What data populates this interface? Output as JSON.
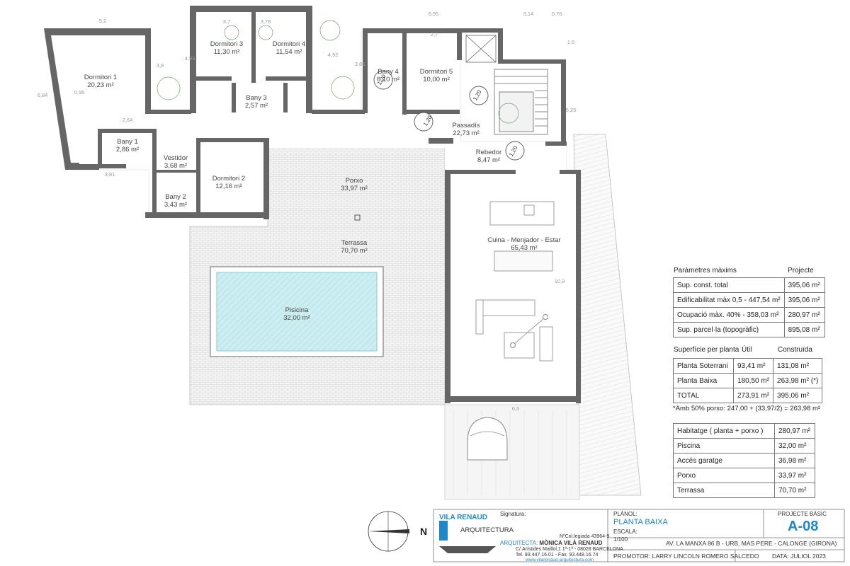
{
  "rooms": [
    {
      "id": "dormitori1",
      "name": "Dormitori 1",
      "area": "20,23 m²"
    },
    {
      "id": "dormitori3",
      "name": "Dormitori 3",
      "area": "11,30 m²"
    },
    {
      "id": "dormitori4",
      "name": "Dormitori 4",
      "area": "11,54 m²"
    },
    {
      "id": "bany4",
      "name": "Bany 4",
      "area": "6,10 m²"
    },
    {
      "id": "dormitori5",
      "name": "Dormitori 5",
      "area": "10,00 m²"
    },
    {
      "id": "bany3",
      "name": "Bany 3",
      "area": "2,57 m²"
    },
    {
      "id": "passadis",
      "name": "Passadís",
      "area": "22,73 m²"
    },
    {
      "id": "bany1",
      "name": "Bany 1",
      "area": "2,86 m²"
    },
    {
      "id": "vestidor",
      "name": "Vestidor",
      "area": "3,68 m²"
    },
    {
      "id": "dormitori2",
      "name": "Dormitori 2",
      "area": "12,16 m²"
    },
    {
      "id": "rebedor",
      "name": "Rebedor",
      "area": "8,47 m²"
    },
    {
      "id": "bany2",
      "name": "Bany 2",
      "area": "3,43 m²"
    },
    {
      "id": "porxo",
      "name": "Porxo",
      "area": "33,97 m²"
    },
    {
      "id": "terrassa",
      "name": "Terrassa",
      "area": "70,70 m²"
    },
    {
      "id": "cuina",
      "name": "Cuina - Menjador - Estar",
      "area": "65,43 m²"
    },
    {
      "id": "piscina",
      "name": "Pisicina",
      "area": "32,00 m²"
    }
  ],
  "dimensions": [
    "5,2",
    "3,7",
    "3,78",
    "6,95",
    "3,14",
    "0,76",
    "1,6",
    "2,7",
    "3,8",
    "4,93",
    "4,92",
    "3,85",
    "6,84",
    "0,95",
    "2,64",
    "3,81",
    "5,25",
    "10,9",
    "6,5",
    "1,20",
    "1,20",
    "1,20",
    "1,20"
  ],
  "params": {
    "header_left": "Paràmetres màxims",
    "header_right": "Projecte",
    "rows": [
      {
        "label": "Sup. const. total",
        "value": "395,06 m²"
      },
      {
        "label": "Edificabilitat màx 0,5 - 447,54 m²",
        "value": "395,06 m²"
      },
      {
        "label": "Ocupació màx. 40% - 358,03 m²",
        "value": "280,97 m²"
      },
      {
        "label": "Sup. parcel·la (topogràfic)",
        "value": "895,08 m²"
      }
    ]
  },
  "surface": {
    "header_label": "Superfície per planta",
    "header_util": "Útil",
    "header_const": "Construïda",
    "rows": [
      {
        "label": "Planta Soterrani",
        "util": "93,41 m²",
        "const": "131,08 m²"
      },
      {
        "label": "Planta Baixa",
        "util": "180,50 m²",
        "const": "263,98 m² (*)"
      },
      {
        "label": "TOTAL",
        "util": "273,91 m²",
        "const": "395,06 m²"
      }
    ],
    "note": "*Amb 50% porxo: 247,00 + (33,97/2) = 263,98 m²"
  },
  "summary": [
    {
      "label": "Habitatge ( planta + porxo )",
      "value": "280,97 m²"
    },
    {
      "label": "Piscina",
      "value": "32,00 m²"
    },
    {
      "label": "Accés garatge",
      "value": "36,98 m²"
    },
    {
      "label": "Porxo",
      "value": "33,97 m²"
    },
    {
      "label": "Terrassa",
      "value": "70,70 m²"
    }
  ],
  "titleblock": {
    "signatura": "Signatura:",
    "logo_line1": "VILA RENAUD",
    "logo_line2": "ARQUITECTURA",
    "colegiada": "NºCol.legiada 43964-9",
    "arquitecta_label": "ARQUITECTA:",
    "arquitecta_name": "MÒNICA VILÀ RENAUD",
    "address": "C/.Arístides Maillol,1 1º-1ª - 08028 BARCELONA",
    "phone": "Tel. 93.447.16.01 - Fax. 93.448.16.74",
    "web": "www.vilarenaud-arquitectura.com",
    "plano_label": "PLÀNOL:",
    "plano_value": "PLANTA BAIXA",
    "escala_label": "ESCALA:",
    "escala_value": "1/100",
    "projecte": "PROJECTE BÀSIC",
    "number": "A-08",
    "site": "AV. LA MANXA 86 B - URB. MAS PERE - CALONGE (GIRONA)",
    "promotor": "PROMOTOR: LARRY LINCOLN ROMERO SALCEDO",
    "data": "DATA: JULIOL 2023",
    "north": "N"
  },
  "colors": {
    "wall": "#666666",
    "pool": "#c8ecef",
    "pool_border": "#9a9a9a",
    "accent": "#1e88c8",
    "hatch": "#c8c8c8"
  }
}
